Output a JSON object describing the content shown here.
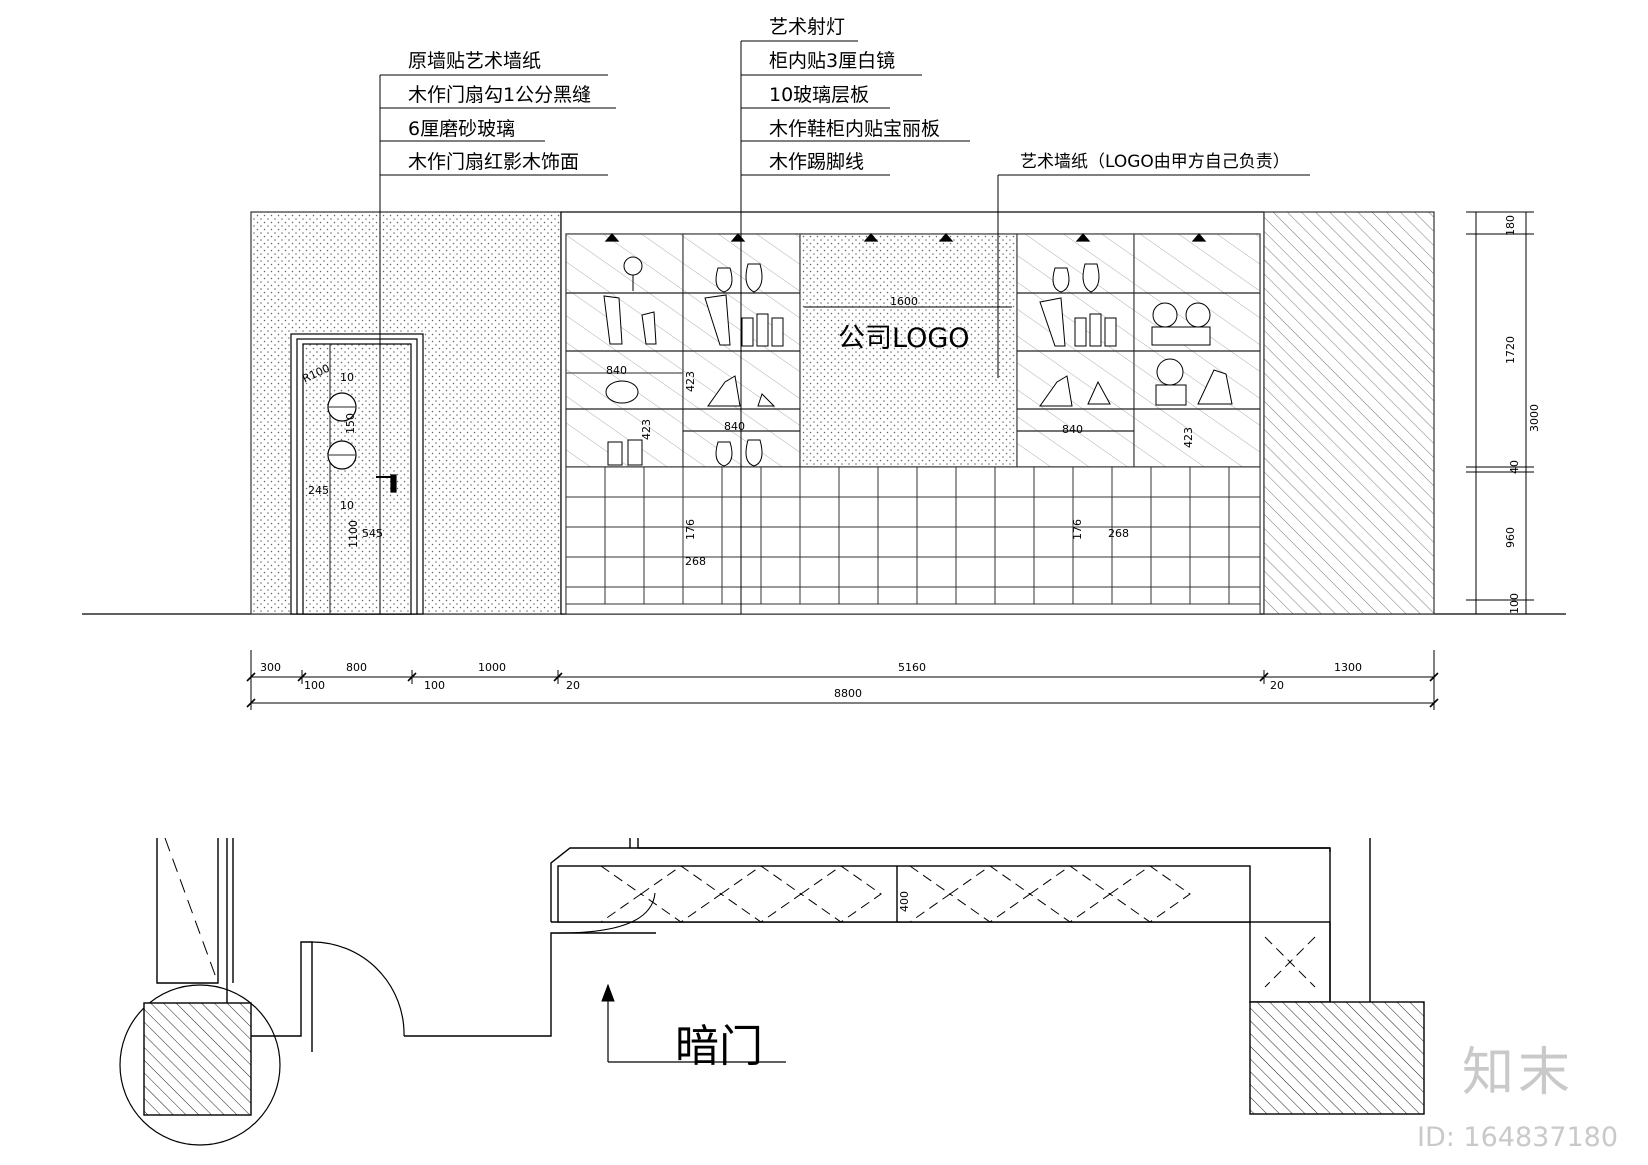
{
  "left_labels": [
    "原墙贴艺术墙纸",
    "木作门扇勾1公分黑缝",
    "6厘磨砂玻璃",
    "木作门扇红影木饰面"
  ],
  "center_labels": [
    "艺术射灯",
    "柜内贴3厘白镜",
    "10玻璃层板",
    "木作鞋柜内贴宝丽板",
    "木作踢脚线"
  ],
  "right_label": "艺术墙纸（LOGO由甲方自己负责）",
  "logo_text": "公司LOGO",
  "door_label": "暗门",
  "dims": {
    "logo_width": "1600",
    "shelf_width_a": "840",
    "shelf_width_b": "840",
    "shelf_width_c": "840",
    "shelf_h_a": "423",
    "shelf_h_b": "423",
    "shelf_h_c": "423",
    "door_r": "R100",
    "door_10a": "10",
    "door_150": "150",
    "door_10b": "10",
    "door_245": "245",
    "door_1100": "1100",
    "door_545": "545",
    "shoe_h_a": "176",
    "shoe_w_a": "268",
    "shoe_h_b": "176",
    "shoe_w_b": "268",
    "bottom_300": "300",
    "bottom_800": "800",
    "bottom_1000": "1000",
    "bottom_5160": "5160",
    "bottom_1300": "1300",
    "bottom_100a": "100",
    "bottom_100b": "100",
    "bottom_20a": "20",
    "bottom_20b": "20",
    "bottom_total": "8800",
    "right_180": "180",
    "right_1720": "1720",
    "right_40": "40",
    "right_960": "960",
    "right_100": "100",
    "right_total": "3000",
    "plan_400": "400"
  },
  "watermark": {
    "brand": "知末",
    "id": "ID: 164837180"
  }
}
